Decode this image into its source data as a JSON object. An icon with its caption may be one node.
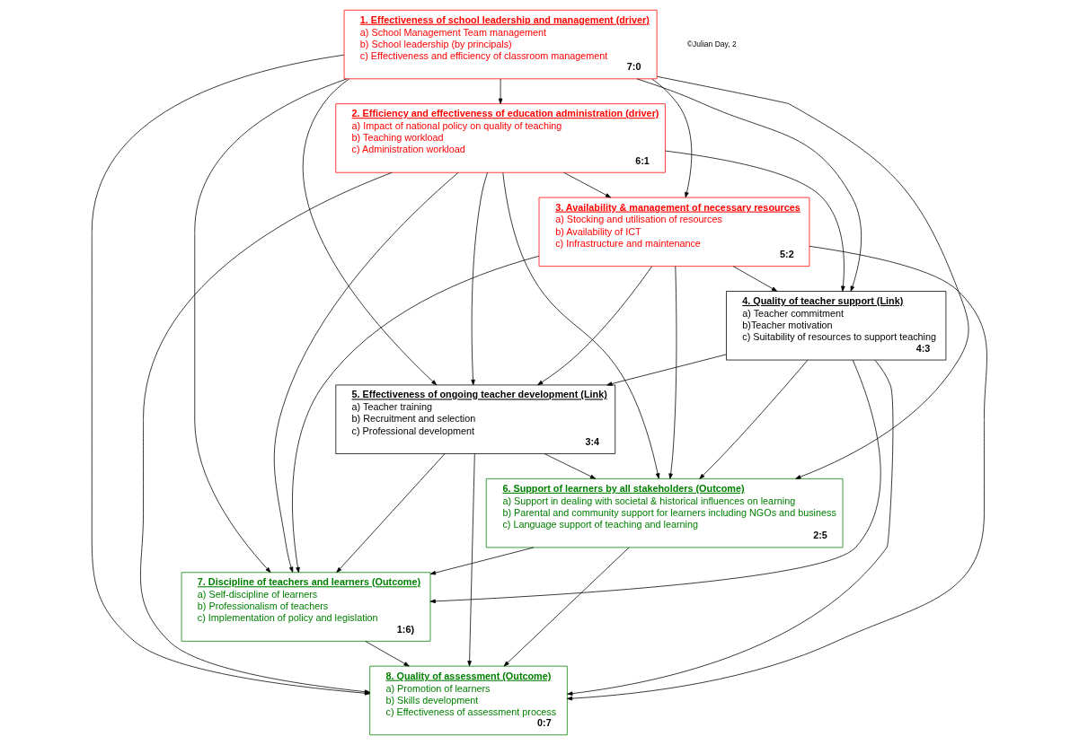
{
  "diagram": {
    "nodes": [
      {
        "text": [
          "1. Effectiveness of school leadership and management (driver)",
          "a) School Management Team management",
          "b) School leadership (by principals)",
          "c) Effectiveness and efficiency of classroom management",
          "7:0"
        ]
      },
      {
        "text": [
          "8. Quality of assessment (Outcome)",
          "a) Promotion of learners",
          "b) Skills development",
          "c) Effectiveness of assessment process",
          "0:7"
        ]
      },
      {
        "text": [
          "2. Efficiency and effectiveness of education administration (driver)",
          "a) Impact of national policy on quality of teaching",
          "b) Teaching workload",
          "c) Administration workload",
          "6:1"
        ]
      },
      {
        "text": [
          "7. Discipline of teachers and learners (Outcome)",
          "a) Self-discipline of learners",
          "b) Professionalism of teachers",
          "c) Implementation of policy and legislation",
          "1:6)"
        ]
      },
      {
        "text": [
          "5. Effectiveness of ongoing teacher development (Link)",
          "a) Teacher training",
          "b) Recruitment and selection",
          "c) Professional development",
          "3:4"
        ]
      },
      {
        "text": [
          "6. Support of learners by all stakeholders (Outcome)",
          "a) Support in dealing with societal & historical influences on learning",
          "b) Parental and community support for learners including NGOs and business",
          "c) Language support of teaching and learning",
          "2:5"
        ]
      },
      {
        "text": [
          "4. Quality of teacher support (Link)",
          "a) Teacher commitment",
          "b)Teacher motivation",
          "c) Suitability of resources to support teaching",
          "4:3"
        ]
      },
      {
        "text": [
          "3. Availability & management of necessary resources",
          "a) Stocking and utilisation of resources",
          "b) Availability of ICT",
          "c) Infrastructure and maintenance",
          "5:2"
        ]
      }
    ],
    "edges": [
      {
        "from": 0,
        "to": 1,
        "arrow": "to"
      },
      {
        "from": 0,
        "to": 2,
        "arrow": "to"
      },
      {
        "from": 0,
        "to": 3,
        "arrow": "to"
      },
      {
        "from": 0,
        "to": 4,
        "arrow": "to"
      },
      {
        "from": 0,
        "to": 5,
        "arrow": "to"
      },
      {
        "from": 0,
        "to": 6,
        "arrow": "to"
      },
      {
        "from": 0,
        "to": 7,
        "arrow": "to"
      },
      {
        "from": 2,
        "to": 1,
        "arrow": "to"
      },
      {
        "from": 2,
        "to": 3,
        "arrow": "to"
      },
      {
        "from": 2,
        "to": 4,
        "arrow": "to"
      },
      {
        "from": 2,
        "to": 5,
        "arrow": "to"
      },
      {
        "from": 2,
        "to": 6,
        "arrow": "to"
      },
      {
        "from": 2,
        "to": 7,
        "arrow": "to"
      },
      {
        "from": 3,
        "to": 1,
        "arrow": "to"
      },
      {
        "from": 4,
        "to": 1,
        "arrow": "to"
      },
      {
        "from": 4,
        "to": 3,
        "arrow": "to"
      },
      {
        "from": 4,
        "to": 5,
        "arrow": "to"
      },
      {
        "from": 5,
        "to": 1,
        "arrow": "to"
      },
      {
        "from": 5,
        "to": 3,
        "arrow": "to"
      },
      {
        "from": 6,
        "to": 1,
        "arrow": "to"
      },
      {
        "from": 6,
        "to": 3,
        "arrow": "to"
      },
      {
        "from": 6,
        "to": 4,
        "arrow": "to"
      },
      {
        "from": 6,
        "to": 5,
        "arrow": "to"
      },
      {
        "from": 7,
        "to": 1,
        "arrow": "to"
      },
      {
        "from": 7,
        "to": 3,
        "arrow": "to"
      },
      {
        "from": 7,
        "to": 4,
        "arrow": "to"
      },
      {
        "from": 7,
        "to": 5,
        "arrow": "to"
      },
      {
        "from": 7,
        "to": 6,
        "arrow": "to"
      }
    ],
    "labels": [
      "©Julian Day, 2"
    ]
  }
}
